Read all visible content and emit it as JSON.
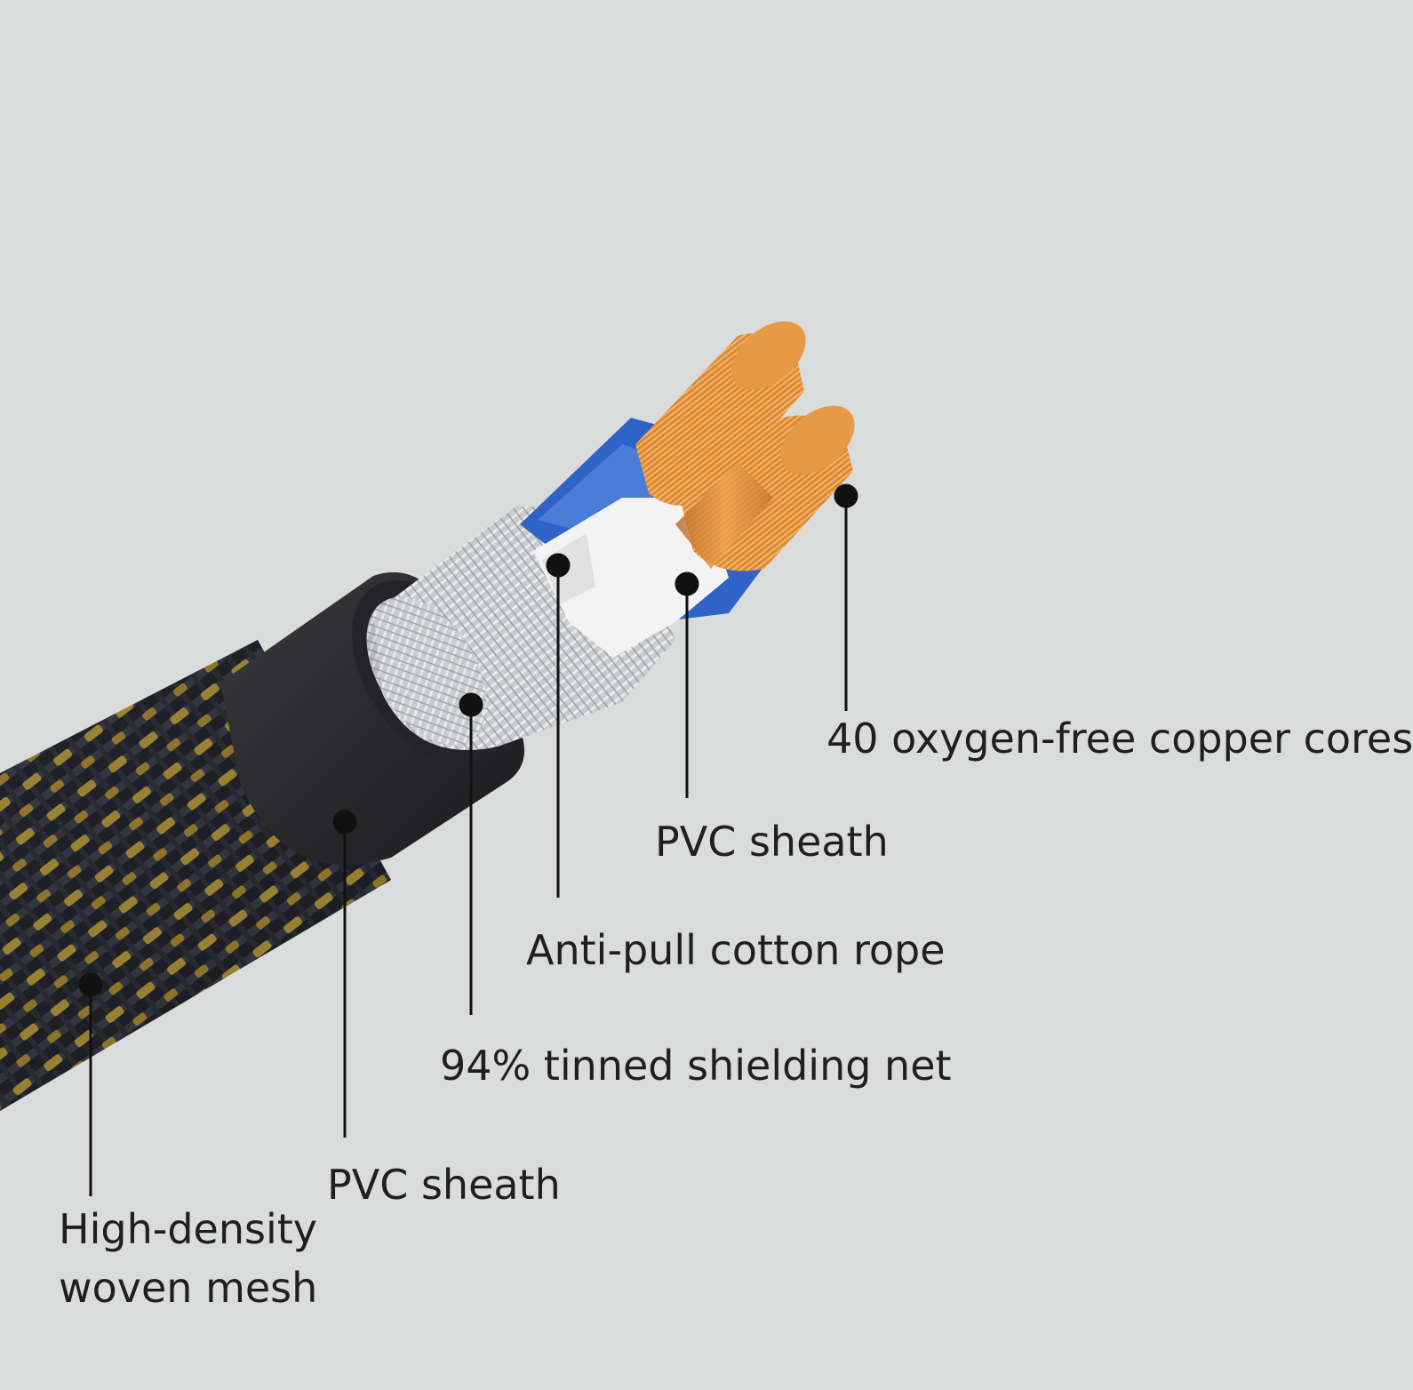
{
  "colors": {
    "background": "#dadbdb",
    "braid_dark": "#1f2026",
    "braid_gold": "#d8b437",
    "sheath_outer": "#2b2b2e",
    "shield_silver": "#c7c9cc",
    "cotton_rope": "#f2f2f2",
    "inner_sheath_blue": "#2f63c8",
    "copper": "#d98a3a",
    "leader_line": "#111111"
  },
  "callouts": [
    {
      "id": "copper-cores",
      "label": "40 oxygen-free copper cores"
    },
    {
      "id": "pvc-inner",
      "label": "PVC sheath"
    },
    {
      "id": "cotton-rope",
      "label": "Anti-pull cotton rope"
    },
    {
      "id": "shield-net",
      "label": "94% tinned shielding net"
    },
    {
      "id": "pvc-outer",
      "label": "PVC sheath"
    },
    {
      "id": "woven-mesh",
      "lines": [
        "High-density",
        "woven mesh"
      ]
    }
  ]
}
